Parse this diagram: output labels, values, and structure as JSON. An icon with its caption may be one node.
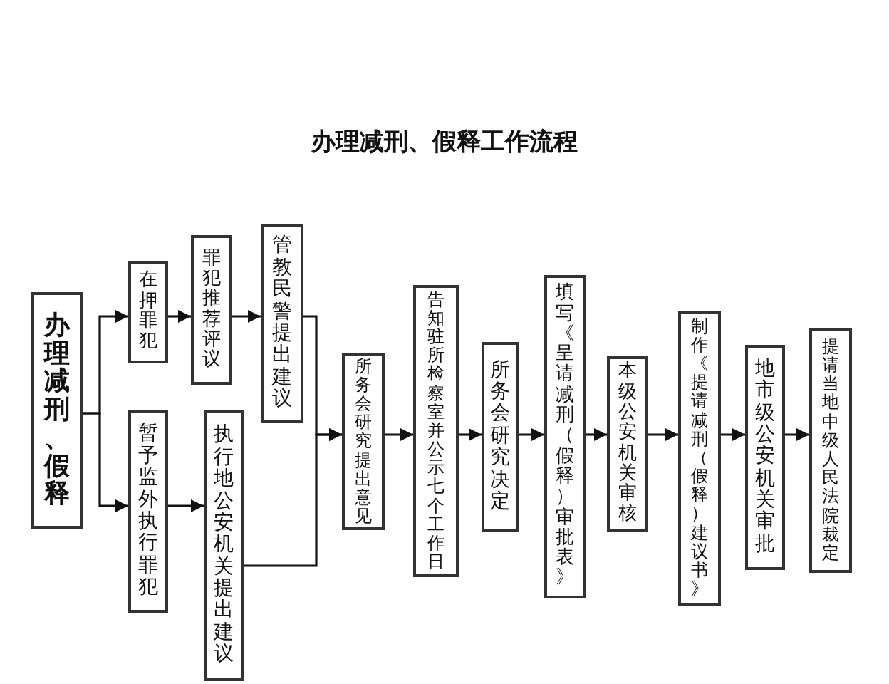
{
  "diagram": {
    "title": "办理减刑、假释工作流程",
    "nodes": [
      {
        "text": [
          "办理减刑、假释"
        ]
      },
      {
        "text": [
          "在押罪犯"
        ]
      },
      {
        "text": [
          "罪犯推荐评议"
        ]
      },
      {
        "text": [
          "管教民警提出建议"
        ]
      },
      {
        "text": [
          "暂予监外执行罪犯"
        ]
      },
      {
        "text": [
          "执行地公安机关提出建议"
        ]
      },
      {
        "text": [
          "所务会研究提出意见"
        ]
      },
      {
        "text": [
          "告知驻所检察室并公示七个工作日"
        ]
      },
      {
        "text": [
          "所务会研究决定"
        ]
      },
      {
        "text": [
          "填写《呈请减刑（假释）审批表》"
        ]
      },
      {
        "text": [
          "本级公安机关审核"
        ]
      },
      {
        "text": [
          "制作《提请减刑（假释）建议书》"
        ]
      },
      {
        "text": [
          "地市级公安机关审批"
        ]
      },
      {
        "text": [
          "提请当地中级人民法院裁定"
        ]
      }
    ],
    "edges": [
      {
        "from": 0,
        "to": 1,
        "arrow": "to"
      },
      {
        "from": 0,
        "to": 4,
        "arrow": "to"
      },
      {
        "from": 1,
        "to": 2,
        "arrow": "to"
      },
      {
        "from": 2,
        "to": 3,
        "arrow": "to"
      },
      {
        "from": 4,
        "to": 5,
        "arrow": "to"
      },
      {
        "from": 3,
        "to": 6,
        "arrow": "to"
      },
      {
        "from": 5,
        "to": 6,
        "arrow": "to"
      },
      {
        "from": 6,
        "to": 7,
        "arrow": "to"
      },
      {
        "from": 7,
        "to": 8,
        "arrow": "to"
      },
      {
        "from": 8,
        "to": 9,
        "arrow": "to"
      },
      {
        "from": 9,
        "to": 10,
        "arrow": "to"
      },
      {
        "from": 10,
        "to": 11,
        "arrow": "to"
      },
      {
        "from": 11,
        "to": 12,
        "arrow": "to"
      },
      {
        "from": 12,
        "to": 13,
        "arrow": "to"
      }
    ]
  }
}
